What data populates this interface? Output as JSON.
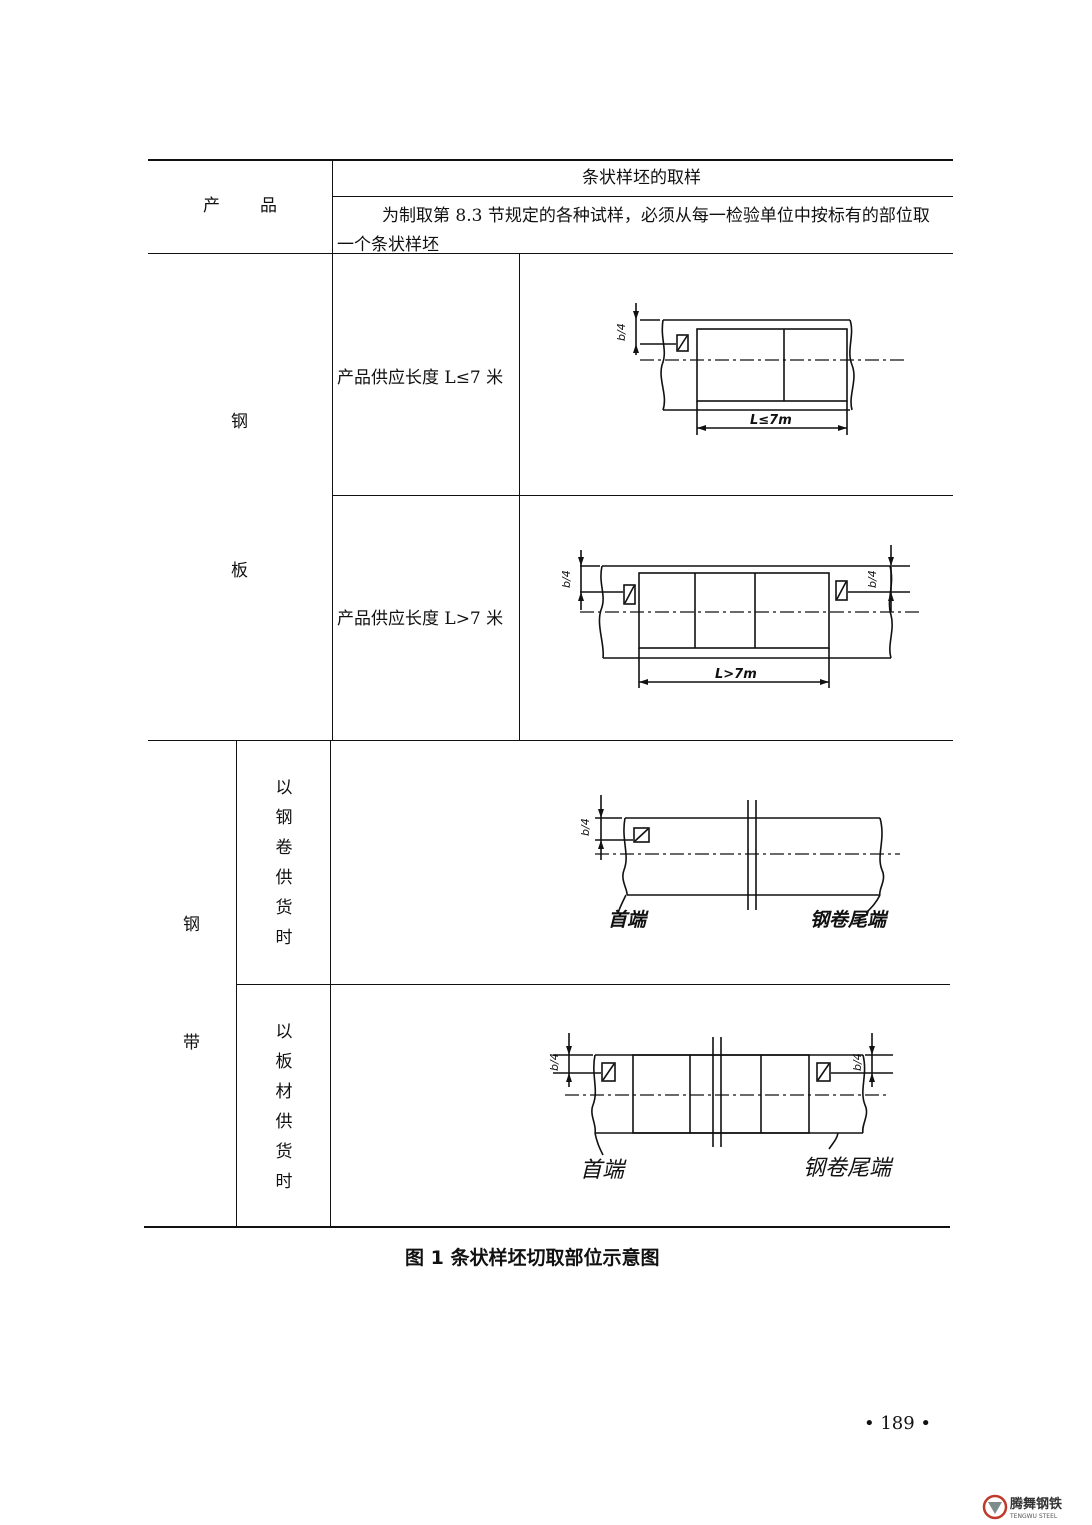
{
  "table": {
    "header": {
      "product": "产　　品",
      "sampling_title": "条状样坯的取样",
      "instruction": "为制取第 8.3 节规定的各种试样，必须从每一检验单位中按标有的部位取一个条状样坯"
    },
    "groups": [
      {
        "product_chars": [
          "钢",
          "板"
        ],
        "rows": [
          {
            "condition": "产品供应长度 L≤7 米",
            "diagram": {
              "dim_label": "L≤7m",
              "offset_label": "b/4"
            }
          },
          {
            "condition": "产品供应长度 L>7 米",
            "diagram": {
              "dim_label": "L>7m",
              "offset_label": "b/4"
            }
          }
        ]
      },
      {
        "product_chars": [
          "钢",
          "带"
        ],
        "rows": [
          {
            "condition_chars": [
              "以",
              "钢",
              "卷",
              "供",
              "货",
              "时"
            ],
            "diagram": {
              "head_label": "首端",
              "tail_label": "钢卷尾端",
              "offset_label": "b/4"
            }
          },
          {
            "condition_chars": [
              "以",
              "板",
              "材",
              "供",
              "货",
              "时"
            ],
            "diagram": {
              "head_label": "首端",
              "tail_label": "钢卷尾端",
              "offset_label": "b/4"
            }
          }
        ]
      }
    ]
  },
  "caption": "图 1 条状样坯切取部位示意图",
  "page_number": "• 189 •",
  "watermark": {
    "brand": "腾舞钢铁",
    "brand_en": "TENGWU STEEL"
  }
}
